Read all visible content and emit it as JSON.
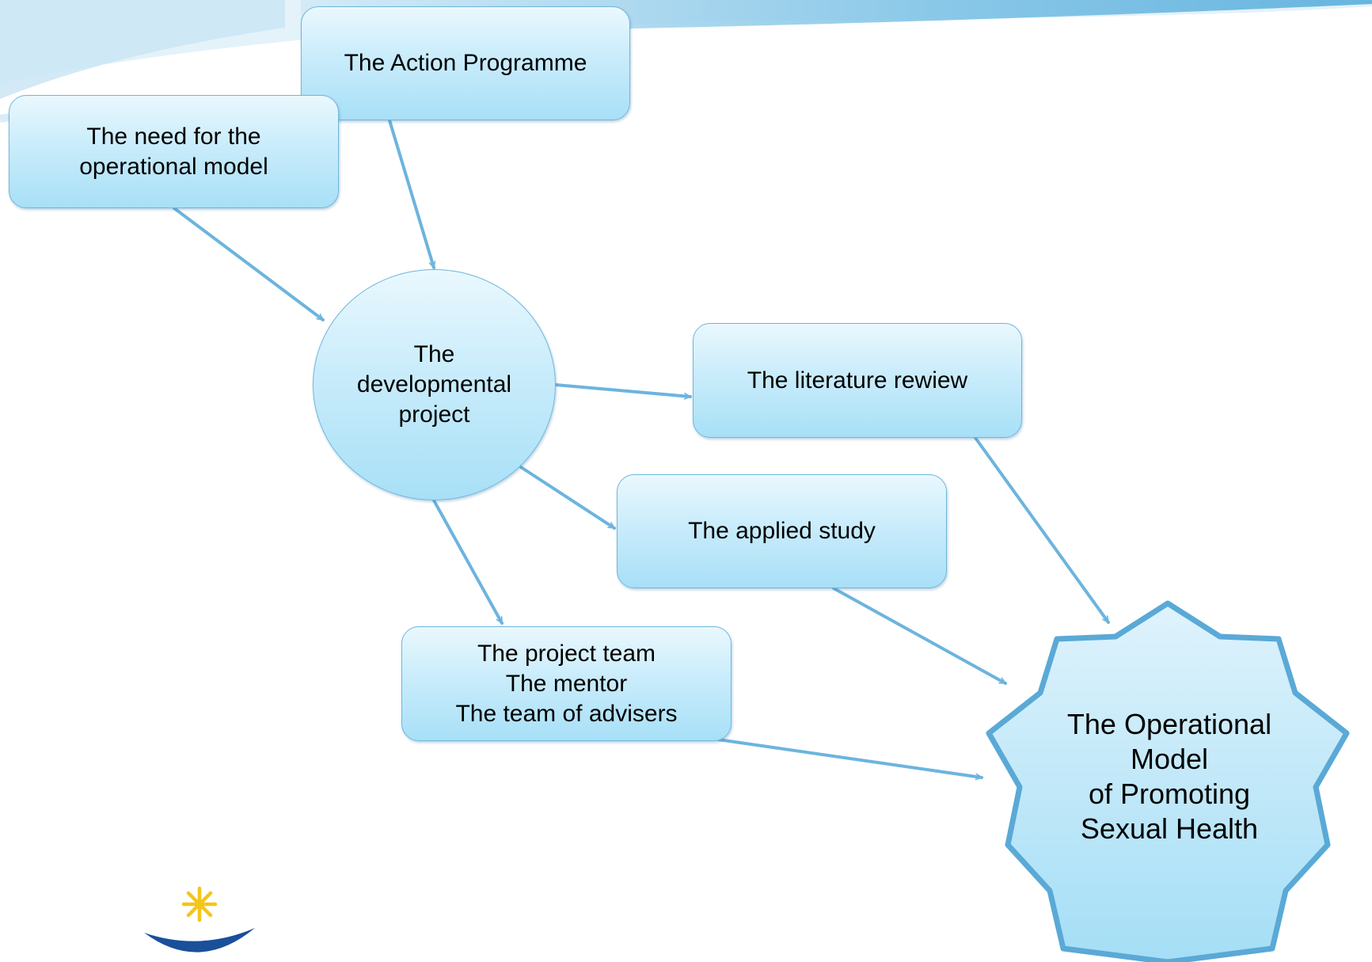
{
  "nodes": {
    "action_programme": [
      "The Action Programme"
    ],
    "need": [
      "The need for the",
      "operational model"
    ],
    "developmental": [
      "The",
      "developmental",
      "project"
    ],
    "literature": [
      "The literature rewiew"
    ],
    "applied": [
      "The applied study"
    ],
    "team": [
      "The project team",
      "The mentor",
      "The team of advisers"
    ],
    "operational_model": [
      "The Operational",
      "Model",
      "of Promoting",
      "Sexual Health"
    ]
  },
  "edges": [
    {
      "from": "need",
      "to": "developmental"
    },
    {
      "from": "action_programme",
      "to": "developmental"
    },
    {
      "from": "developmental",
      "to": "literature"
    },
    {
      "from": "developmental",
      "to": "applied"
    },
    {
      "from": "developmental",
      "to": "team"
    },
    {
      "from": "literature",
      "to": "operational_model"
    },
    {
      "from": "applied",
      "to": "operational_model"
    },
    {
      "from": "team",
      "to": "operational_model"
    }
  ],
  "colors": {
    "arrow": "#6cb4de",
    "node_fill_top": "#eaf8fe",
    "node_fill_bottom": "#a8e0f7",
    "node_border": "#6fb7dc",
    "star_fill": "#a8e0f7",
    "star_border": "#5aa9d6",
    "logo_sun": "#f4c61c",
    "logo_arc": "#1a4f9a"
  }
}
